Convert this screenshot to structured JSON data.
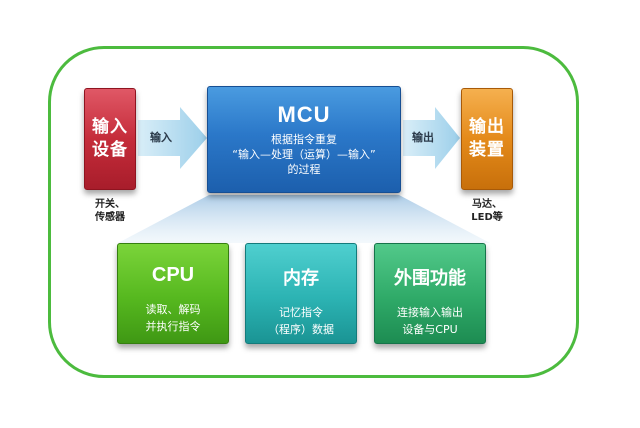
{
  "colors": {
    "frame": "#4cbb3e",
    "input_box": "#c52c3a",
    "mcu_box": "#2b78c9",
    "output_box": "#e48a1a",
    "cpu_box": "#56b81f",
    "memory_box": "#2cb3b3",
    "peripheral_box": "#2faa68",
    "arrow": "#a9d6ee"
  },
  "input_device": {
    "title_line1": "输入",
    "title_line2": "设备",
    "note_line1": "开关、",
    "note_line2": "传感器"
  },
  "arrow_in": {
    "label": "输入",
    "icon": "right-arrow-icon"
  },
  "mcu": {
    "title": "MCU",
    "line1": "根据指令重复",
    "line2": "“输入—处理（运算）—输入”",
    "line3": "的过程"
  },
  "arrow_out": {
    "label": "输出",
    "icon": "right-arrow-icon"
  },
  "output_device": {
    "title_line1": "输出",
    "title_line2": "装置",
    "note_line1": "马达、",
    "note_line2": "LED等"
  },
  "components": {
    "cpu": {
      "title": "CPU",
      "line1": "读取、解码",
      "line2": "并执行指令"
    },
    "memory": {
      "title": "内存",
      "line1": "记忆指令",
      "line2": "（程序）数据"
    },
    "peripheral": {
      "title": "外围功能",
      "line1": "连接输入输出",
      "line2": "设备与CPU"
    }
  }
}
